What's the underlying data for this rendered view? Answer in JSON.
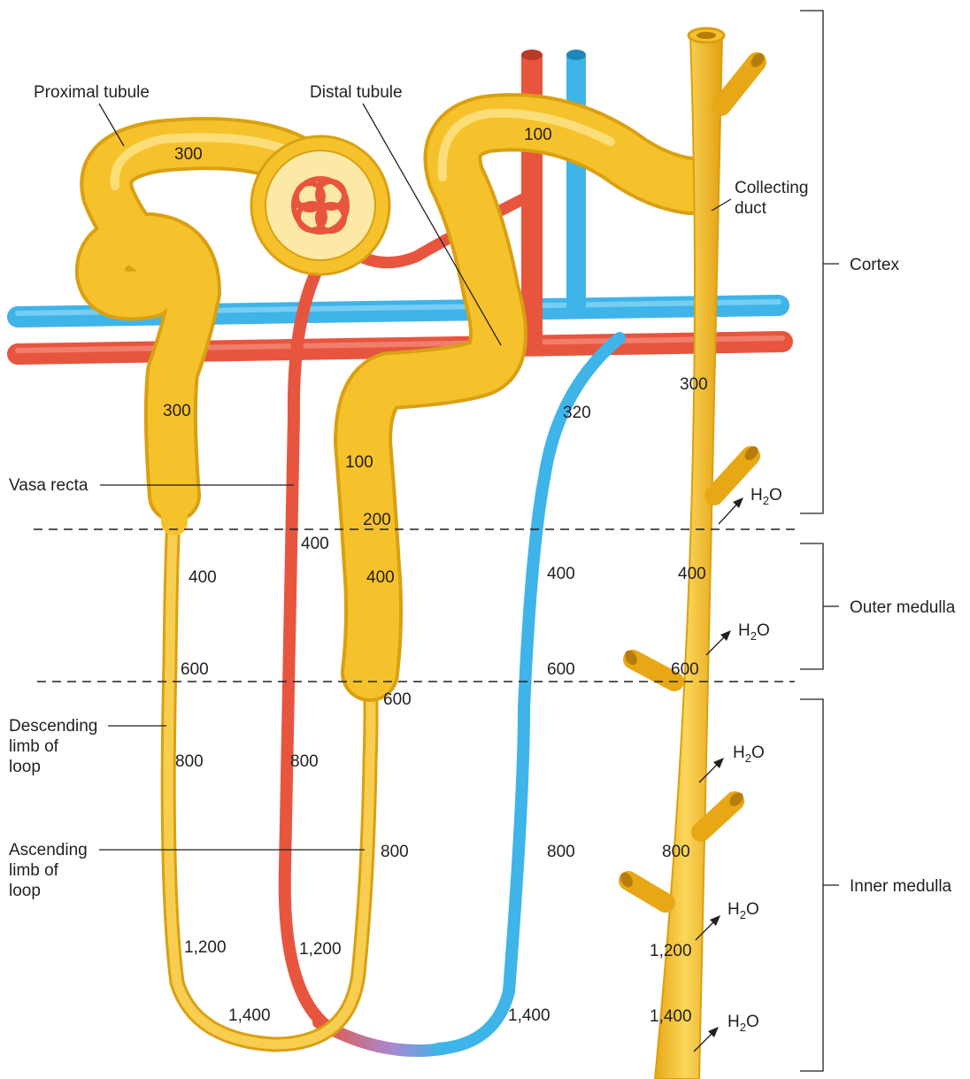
{
  "labels": {
    "proximal_tubule": "Proximal tubule",
    "distal_tubule": "Distal tubule",
    "collecting_duct_line1": "Collecting",
    "collecting_duct_line2": "duct",
    "vasa_recta": "Vasa recta",
    "descending_line1": "Descending",
    "descending_line2": "limb of",
    "descending_line3": "loop",
    "ascending_line1": "Ascending",
    "ascending_line2": "limb of",
    "ascending_line3": "loop"
  },
  "regions": {
    "cortex": "Cortex",
    "outer_medulla": "Outer medulla",
    "inner_medulla": "Inner medulla"
  },
  "water": {
    "h": "H",
    "two": "2",
    "o": "O"
  },
  "osmolarity": {
    "proximal_top": "300",
    "proximal_lower": "300",
    "descending_400": "400",
    "descending_600": "600",
    "descending_800": "800",
    "descending_1200": "1,200",
    "descending_1400": "1,400",
    "vasa_400": "400",
    "vasa_800": "800",
    "vasa_1200": "1,200",
    "ascending_100": "100",
    "ascending_200": "200",
    "ascending_400": "400",
    "ascending_600": "600",
    "ascending_800": "800",
    "distal_100": "100",
    "vein_320": "320",
    "vein_400": "400",
    "vein_600": "600",
    "vein_800": "800",
    "vein_1400": "1,400",
    "cd_300": "300",
    "cd_400": "400",
    "cd_600": "600",
    "cd_800": "800",
    "cd_1200": "1,200",
    "cd_1400": "1,400"
  },
  "colors": {
    "tubule": "#f6c22c",
    "tubule_outline": "#d9a012",
    "artery": "#e8553f",
    "vein": "#3fb4e8",
    "ink": "#231f20"
  }
}
